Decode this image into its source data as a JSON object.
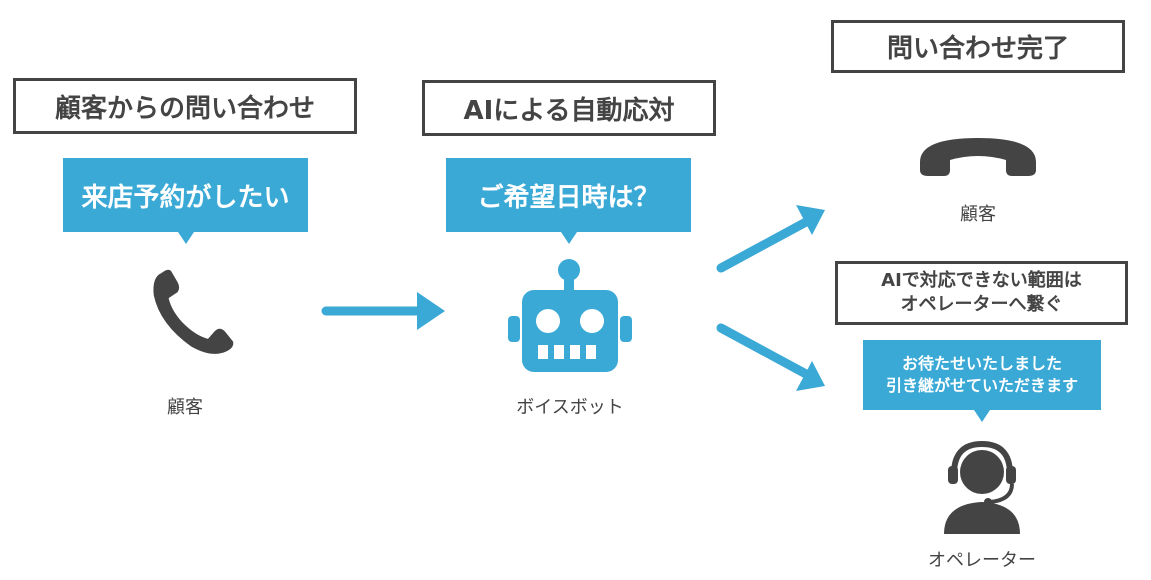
{
  "colors": {
    "accent": "#3aa9d6",
    "dark": "#444444"
  },
  "customer_stage": {
    "title": "顧客からの問い合わせ",
    "bubble": "来店予約がしたい",
    "icon": "phone-handset-icon",
    "caption": "顧客"
  },
  "ai_stage": {
    "title": "AIによる自動応対",
    "bubble": "ご希望日時は？",
    "icon": "robot-icon",
    "caption": "ボイスボット"
  },
  "complete_stage": {
    "title": "問い合わせ完了",
    "icon": "phone-hung-up-icon",
    "caption": "顧客"
  },
  "operator_stage": {
    "title_lines": [
      "AIで対応できない範囲は",
      "オペレーターへ繋ぐ"
    ],
    "bubble_lines": [
      "お待たせいたしました",
      "引き継がせていただきます"
    ],
    "icon": "operator-headset-icon",
    "caption": "オペレーター"
  }
}
